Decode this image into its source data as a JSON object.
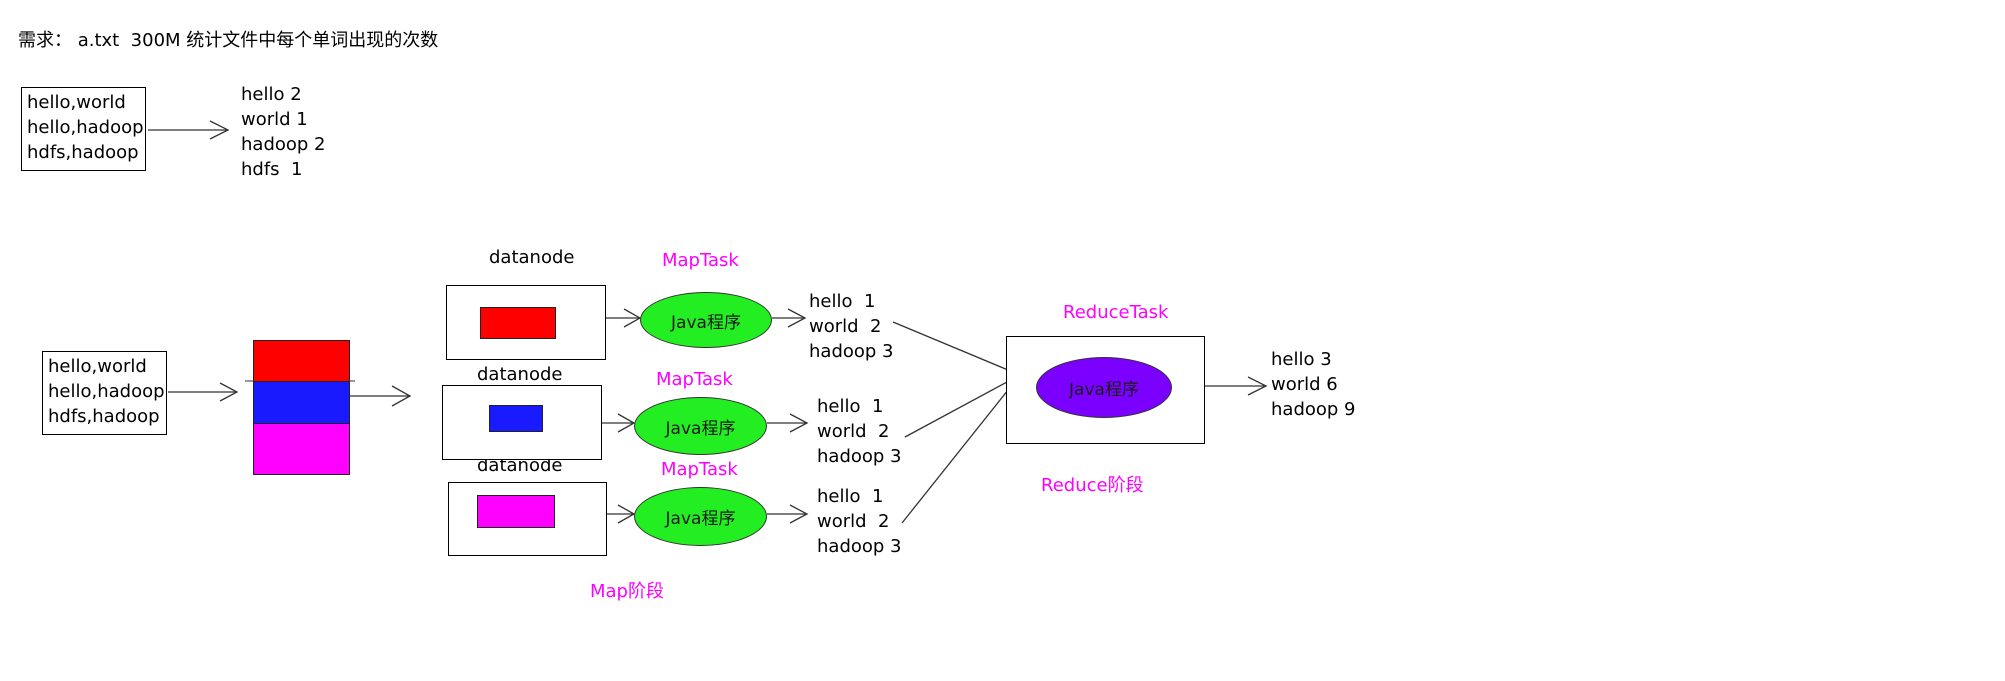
{
  "requirement": "需求： a.txt  300M 统计文件中每个单词出现的次数",
  "example": {
    "input_lines": [
      "hello,world",
      "hello,hadoop",
      "hdfs,hadoop"
    ],
    "output_lines": [
      "hello 2",
      "world 1",
      "hadoop 2",
      "hdfs  1"
    ]
  },
  "flow": {
    "input_lines": [
      "hello,world",
      "hello,hadoop",
      "hdfs,hadoop"
    ],
    "block_colors": [
      "#ff0000",
      "#1a1aff",
      "#ff00ff"
    ],
    "datanode_label": "datanode",
    "maptask_label": "MapTask",
    "program_label": "Java程序",
    "ellipse_color_map": "#22ee22",
    "ellipse_color_reduce": "#7b00ff",
    "map_outputs": [
      [
        "hello  1",
        "world  2",
        "hadoop 3"
      ],
      [
        "hello  1",
        "world  2",
        "hadoop 3"
      ],
      [
        "hello  1",
        "world  2",
        "hadoop 3"
      ]
    ],
    "reducetask_label": "ReduceTask",
    "reduce_output": [
      "hello 3",
      "world 6",
      "hadoop 9"
    ],
    "map_stage_label": "Map阶段",
    "reduce_stage_label": "Reduce阶段"
  }
}
